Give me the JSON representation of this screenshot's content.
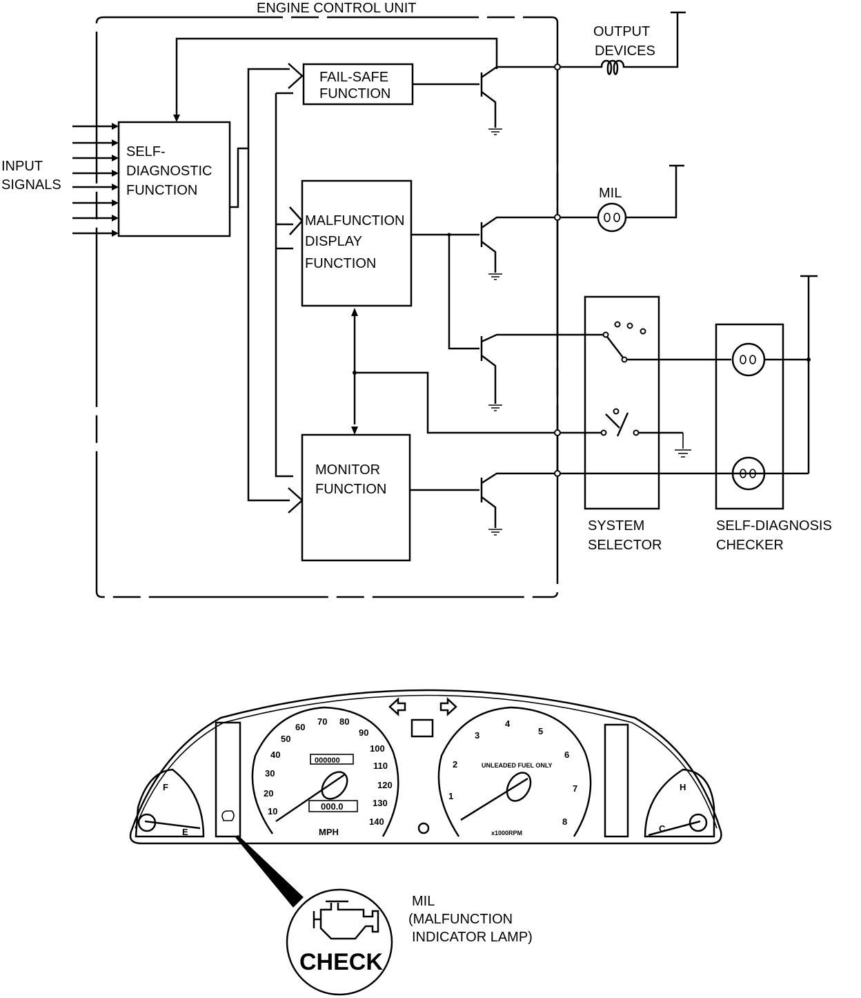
{
  "ecu": {
    "title": "ENGINE CONTROL UNIT"
  },
  "inputs": {
    "line1": "INPUT",
    "line2": "SIGNALS"
  },
  "blocks": {
    "self_diag": [
      "SELF-",
      "DIAGNOSTIC",
      "FUNCTION"
    ],
    "fail_safe": [
      "FAIL-SAFE",
      "FUNCTION"
    ],
    "malfunction": [
      "MALFUNCTION",
      "DISPLAY",
      "FUNCTION"
    ],
    "monitor": [
      "MONITOR",
      "FUNCTION"
    ]
  },
  "outputs": {
    "output_devices": [
      "OUTPUT",
      "DEVICES"
    ],
    "mil": "MIL",
    "system_selector": [
      "SYSTEM",
      "SELECTOR"
    ],
    "checker": [
      "SELF-DIAGNOSIS",
      "CHECKER"
    ]
  },
  "cluster": {
    "speed_ticks": [
      "10",
      "20",
      "30",
      "40",
      "50",
      "60",
      "70",
      "80",
      "90",
      "100",
      "110",
      "120",
      "130",
      "140"
    ],
    "speed_unit": "MPH",
    "odometer": "000000",
    "trip": "000.0",
    "rpm_ticks": [
      "1",
      "2",
      "3",
      "4",
      "5",
      "6",
      "7",
      "8"
    ],
    "rpm_note": "UNLEADED FUEL ONLY",
    "rpm_unit": "x1000RPM",
    "fuel_labels": [
      "F",
      "E"
    ],
    "temp_labels": [
      "H",
      "C"
    ],
    "check_label": "CHECK",
    "mil_callout": [
      "MIL",
      "(MALFUNCTION",
      "INDICATOR LAMP)"
    ]
  }
}
